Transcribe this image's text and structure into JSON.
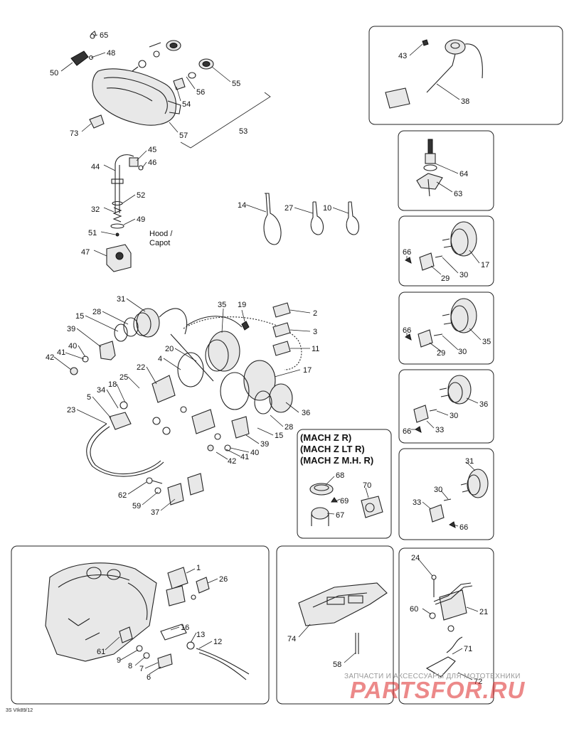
{
  "diagram": {
    "callouts": {
      "c65": "65",
      "c48": "48",
      "c50": "50",
      "c56": "56",
      "c55": "55",
      "c54": "54",
      "c57": "57",
      "c73": "73",
      "c53": "53",
      "c45": "45",
      "c46": "46",
      "c44": "44",
      "c52": "52",
      "c32": "32",
      "c49": "49",
      "c51": "51",
      "c47": "47",
      "c14": "14",
      "c27": "27",
      "c10": "10",
      "c31a": "31",
      "c28a": "28",
      "c15a": "15",
      "c39a": "39",
      "c40a": "40",
      "c41a": "41",
      "c42a": "42",
      "c35a": "35",
      "c19": "19",
      "c2": "2",
      "c3": "3",
      "c11": "11",
      "c20": "20",
      "c4": "4",
      "c17a": "17",
      "c22": "22",
      "c25": "25",
      "c18": "18",
      "c34": "34",
      "c5": "5",
      "c23": "23",
      "c36a": "36",
      "c28b": "28",
      "c15b": "15",
      "c39b": "39",
      "c40b": "40",
      "c41b": "41",
      "c42b": "42",
      "c62": "62",
      "c59": "59",
      "c37": "37",
      "c68": "68",
      "c69": "69",
      "c67": "67",
      "c70": "70",
      "c43": "43",
      "c38": "38",
      "c64": "64",
      "c63": "63",
      "c66a": "66",
      "c29a": "29",
      "c30a": "30",
      "c17b": "17",
      "c66b": "66",
      "c29b": "29",
      "c30b": "30",
      "c35b": "35",
      "c36b": "36",
      "c30c": "30",
      "c66c": "66",
      "c33a": "33",
      "c31b": "31",
      "c30d": "30",
      "c33b": "33",
      "c66d": "66",
      "c1": "1",
      "c26": "26",
      "c16": "16",
      "c13": "13",
      "c12": "12",
      "c61": "61",
      "c9": "9",
      "c8": "8",
      "c7": "7",
      "c6": "6",
      "c74": "74",
      "c58": "58",
      "c24": "24",
      "c60": "60",
      "c21": "21",
      "c71": "71",
      "c72": "72"
    },
    "hood_label_1": "Hood /",
    "hood_label_2": "Capot",
    "mach_box_title_1": "(MACH Z R)",
    "mach_box_title_2": "(MACH Z LT R)",
    "mach_box_title_3": "(MACH Z M.H. R)",
    "doc_code": "3S VIk89/12",
    "watermark_top": "ЗАПЧАСТИ И АКСЕССУАРЫ ДЛЯ МОТОТЕХНИКИ",
    "watermark_logo": "PARTSFOR.RU"
  }
}
